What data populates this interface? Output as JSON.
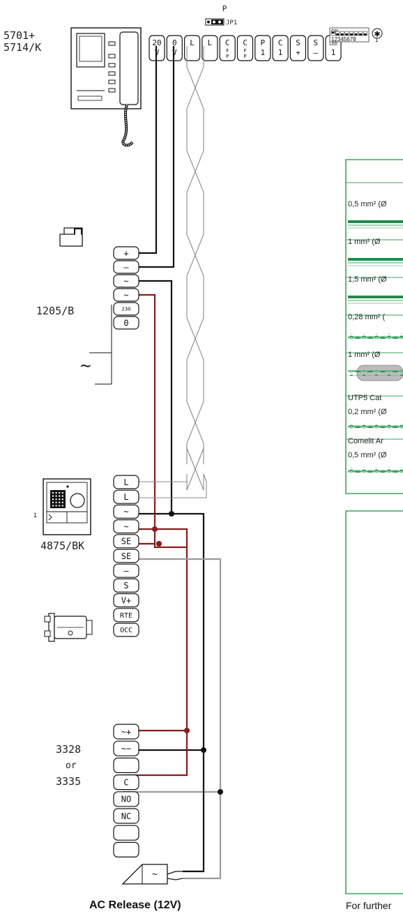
{
  "jumper": {
    "letter": "P",
    "label": "JP1"
  },
  "monitor": {
    "model_line1": "5701+",
    "model_line2": "5714/K",
    "terminals": [
      {
        "top": "20",
        "bottom": "V"
      },
      {
        "top": "0",
        "bottom": "V"
      },
      {
        "top": "L",
        "bottom": ""
      },
      {
        "top": "L",
        "bottom": ""
      },
      {
        "top": "C",
        "bottom": "F P"
      },
      {
        "top": "C",
        "bottom": "F P"
      },
      {
        "top": "P",
        "bottom": "1"
      },
      {
        "top": "C",
        "bottom": "1"
      },
      {
        "top": "S",
        "bottom": "+"
      },
      {
        "top": "S",
        "bottom": "—"
      },
      {
        "top": "LED",
        "bottom": "1"
      }
    ]
  },
  "dip": {
    "on_label": "ON",
    "numbers": "12345678",
    "note_symbol": "✱",
    "note_number": "1"
  },
  "power_supply": {
    "model": "1205/B",
    "terminals": [
      "+",
      "—",
      "~",
      "~",
      "230",
      "0"
    ],
    "mains_symbol": "∼"
  },
  "door_panel": {
    "model": "4875/BK",
    "side_number": "1",
    "terminals": [
      "L",
      "L",
      "~",
      "~",
      "SE",
      "SE",
      "—",
      "S",
      "V+",
      "RTE",
      "OCC"
    ]
  },
  "relay": {
    "model": "3328",
    "or_text": "or",
    "model_alt": "3335",
    "terminals": [
      "~+",
      "~−",
      "",
      "C",
      "NO",
      "NC",
      "",
      ""
    ]
  },
  "release": {
    "label": "AC Release (12V)"
  },
  "cable_table": {
    "rows": [
      {
        "text": "0,5 mm² (Ø"
      },
      {
        "text": "1 mm² (Ø"
      },
      {
        "text": "1,5 mm² (Ø"
      },
      {
        "text": "0,28 mm² ("
      },
      {
        "text": "1 mm² (Ø"
      },
      {
        "text": "UTP5 Cat",
        "text2": "0,2 mm² (Ø"
      },
      {
        "text": "Comelit Ar",
        "text2": "0,5 mm² (Ø"
      }
    ]
  },
  "footer": {
    "text": "For further"
  },
  "colors": {
    "red_wire": "#8b1a1a",
    "black_wire": "#111111",
    "grey_wire": "#9a9a9a",
    "table_border": "#3aa55c",
    "green_cable": "#1f8a4c"
  }
}
